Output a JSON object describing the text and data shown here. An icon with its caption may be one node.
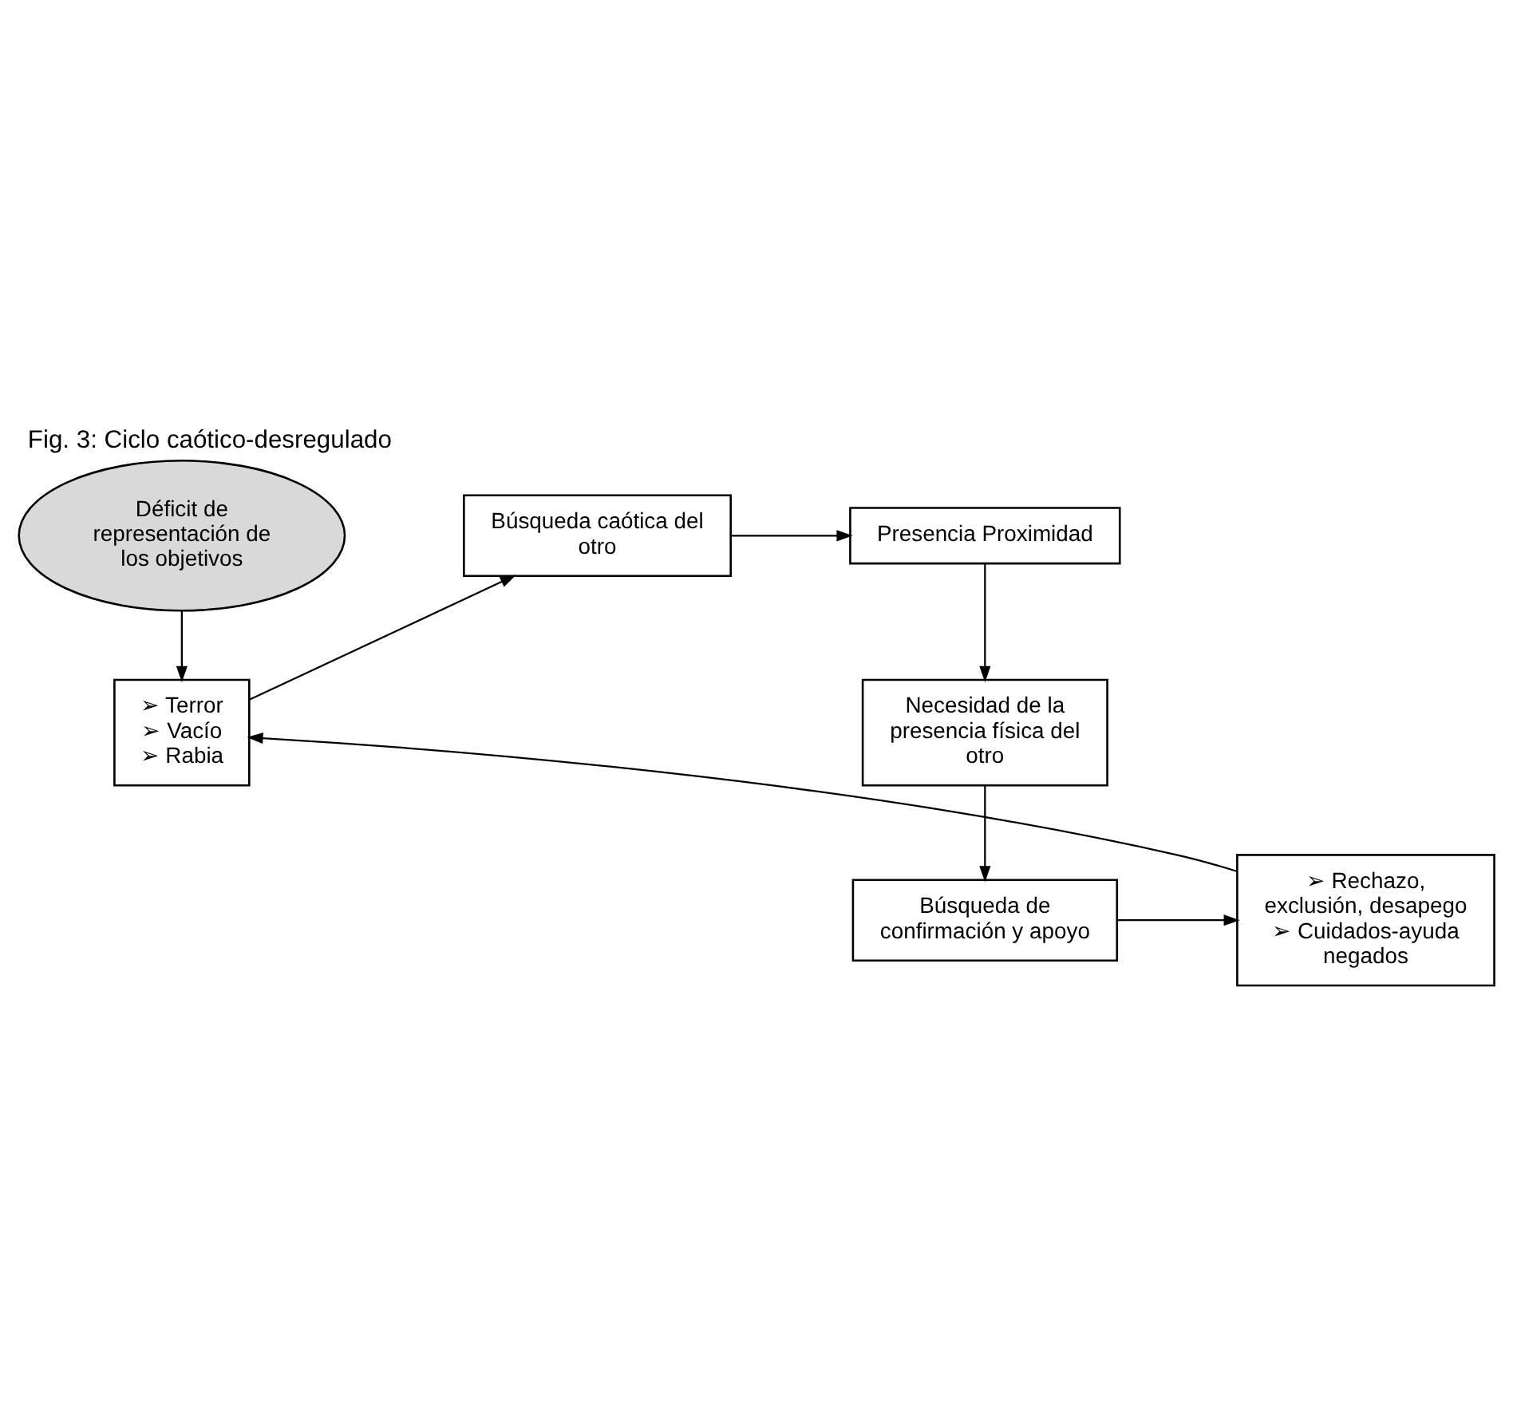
{
  "diagram": {
    "title": "Fig. 3: Ciclo caótico-desregulado",
    "nodes": [
      {
        "text": [
          "Déficit de representación de los objetivos"
        ]
      },
      {
        "text": [
          "Presencia Proximidad"
        ]
      },
      {
        "text": [
          "Búsqueda caótica del otro"
        ]
      },
      {
        "text": [
          "Necesidad de la presencia física del otro"
        ]
      },
      {
        "text": [
          "➢ Terror",
          "➢ Vacío",
          "➢ Rabia"
        ]
      },
      {
        "text": [
          "Búsqueda de confirmación y apoyo"
        ]
      },
      {
        "text": [
          "➢ Rechazo, exclusión, desapego",
          "➢ Cuidados-ayuda negados"
        ]
      }
    ],
    "edges": [
      {
        "from": 0,
        "to": 4,
        "arrow": "to"
      },
      {
        "from": 2,
        "to": 1,
        "arrow": "to"
      },
      {
        "from": 1,
        "to": 3,
        "arrow": "to"
      },
      {
        "from": 3,
        "to": 5,
        "arrow": "to"
      },
      {
        "from": 5,
        "to": 6,
        "arrow": "to"
      },
      {
        "from": 6,
        "to": 4,
        "arrow": "to"
      },
      {
        "from": 4,
        "to": 2,
        "arrow": "to"
      }
    ]
  }
}
